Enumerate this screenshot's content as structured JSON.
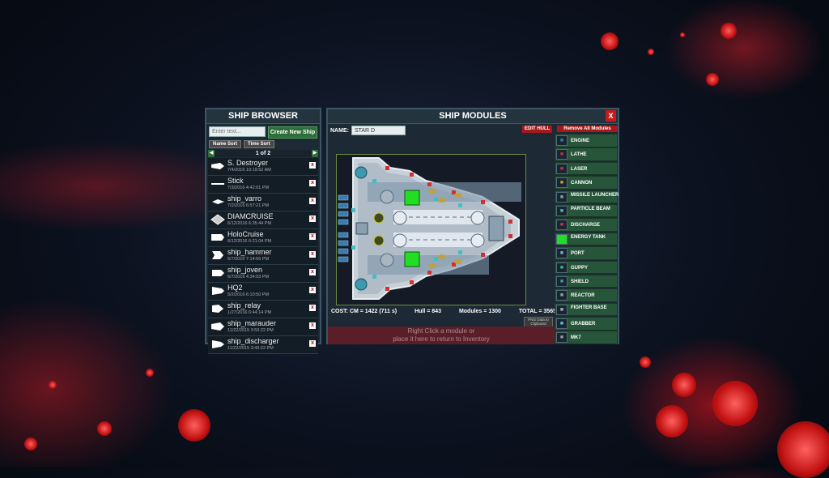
{
  "browser": {
    "title": "SHIP BROWSER",
    "search_placeholder": "Enter text...",
    "create_label": "Create New Ship",
    "name_sort": "Name Sort",
    "time_sort": "Time Sort",
    "page": "1 of 2",
    "ships": [
      {
        "name": "S. Destroyer",
        "date": "7/4/2016 10:19:52 AM"
      },
      {
        "name": "Stick",
        "date": "7/3/2016 4:42:01 PM"
      },
      {
        "name": "ship_varro",
        "date": "7/2/2016 6:57:21 PM"
      },
      {
        "name": "DIAMCRUISE",
        "date": "6/12/2016 6:35:44 PM"
      },
      {
        "name": "HoloCruise",
        "date": "6/12/2016 6:21:04 PM"
      },
      {
        "name": "ship_hammer",
        "date": "6/7/2016 7:14:56 PM"
      },
      {
        "name": "ship_joven",
        "date": "6/7/2016 4:34:03 PM"
      },
      {
        "name": "HQ2",
        "date": "5/2/2016 6:10:50 PM"
      },
      {
        "name": "ship_relay",
        "date": "1/27/2016 6:44:14 PM"
      },
      {
        "name": "ship_marauder",
        "date": "11/22/2015 3:53:22 PM"
      },
      {
        "name": "ship_discharger",
        "date": "11/22/2015 3:43:22 PM"
      }
    ],
    "delete_glyph": "x"
  },
  "modules": {
    "title": "SHIP MODULES",
    "close_glyph": "X",
    "name_label": "NAME:",
    "ship_name": "STAR D",
    "edit_hull": "EDIT HULL",
    "remove_all": "Remove All Modules",
    "cost": "COST:  CM = 1422 (711 s)",
    "hull": "Hull = 843",
    "module_count": "Modules = 1300",
    "total": "TOTAL = 3565",
    "clipboard": "PNG Data to Clipboard",
    "drop_line1": "Right Click a module or",
    "drop_line2": "place it here to return to Inventory",
    "list": [
      {
        "label": "ENGINE",
        "icon": "engine-icon",
        "color": "#3a7ab0"
      },
      {
        "label": "LATHE",
        "icon": "lathe-icon",
        "color": "#b03a3a"
      },
      {
        "label": "LASER",
        "icon": "laser-icon",
        "color": "#d23030"
      },
      {
        "label": "CANNON",
        "icon": "cannon-icon",
        "color": "#c0a040"
      },
      {
        "label": "MISSILE LAUNCHER",
        "icon": "missile-icon",
        "color": "#8aa0b0"
      },
      {
        "label": "PARTICLE BEAM",
        "icon": "particle-beam-icon",
        "color": "#40c0c0"
      },
      {
        "label": "DISCHARGE",
        "icon": "discharge-icon",
        "color": "#c04040"
      },
      {
        "label": "ENERGY TANK",
        "icon": "energy-tank-icon",
        "color": "#22dd22"
      },
      {
        "label": "PORT",
        "icon": "port-icon",
        "color": "#7ab0d0"
      },
      {
        "label": "GUPPY",
        "icon": "guppy-icon",
        "color": "#40b0a0"
      },
      {
        "label": "SHIELD",
        "icon": "shield-icon",
        "color": "#3a9ab0"
      },
      {
        "label": "REACTOR",
        "icon": "reactor-icon",
        "color": "#8aa0b0"
      },
      {
        "label": "FIGHTER BASE",
        "icon": "fighter-base-icon",
        "color": "#a0b0c0"
      },
      {
        "label": "GRABBER",
        "icon": "grabber-icon",
        "color": "#60c0e0"
      },
      {
        "label": "MK7",
        "icon": "mk7-icon",
        "color": "#90a0a8"
      }
    ]
  }
}
